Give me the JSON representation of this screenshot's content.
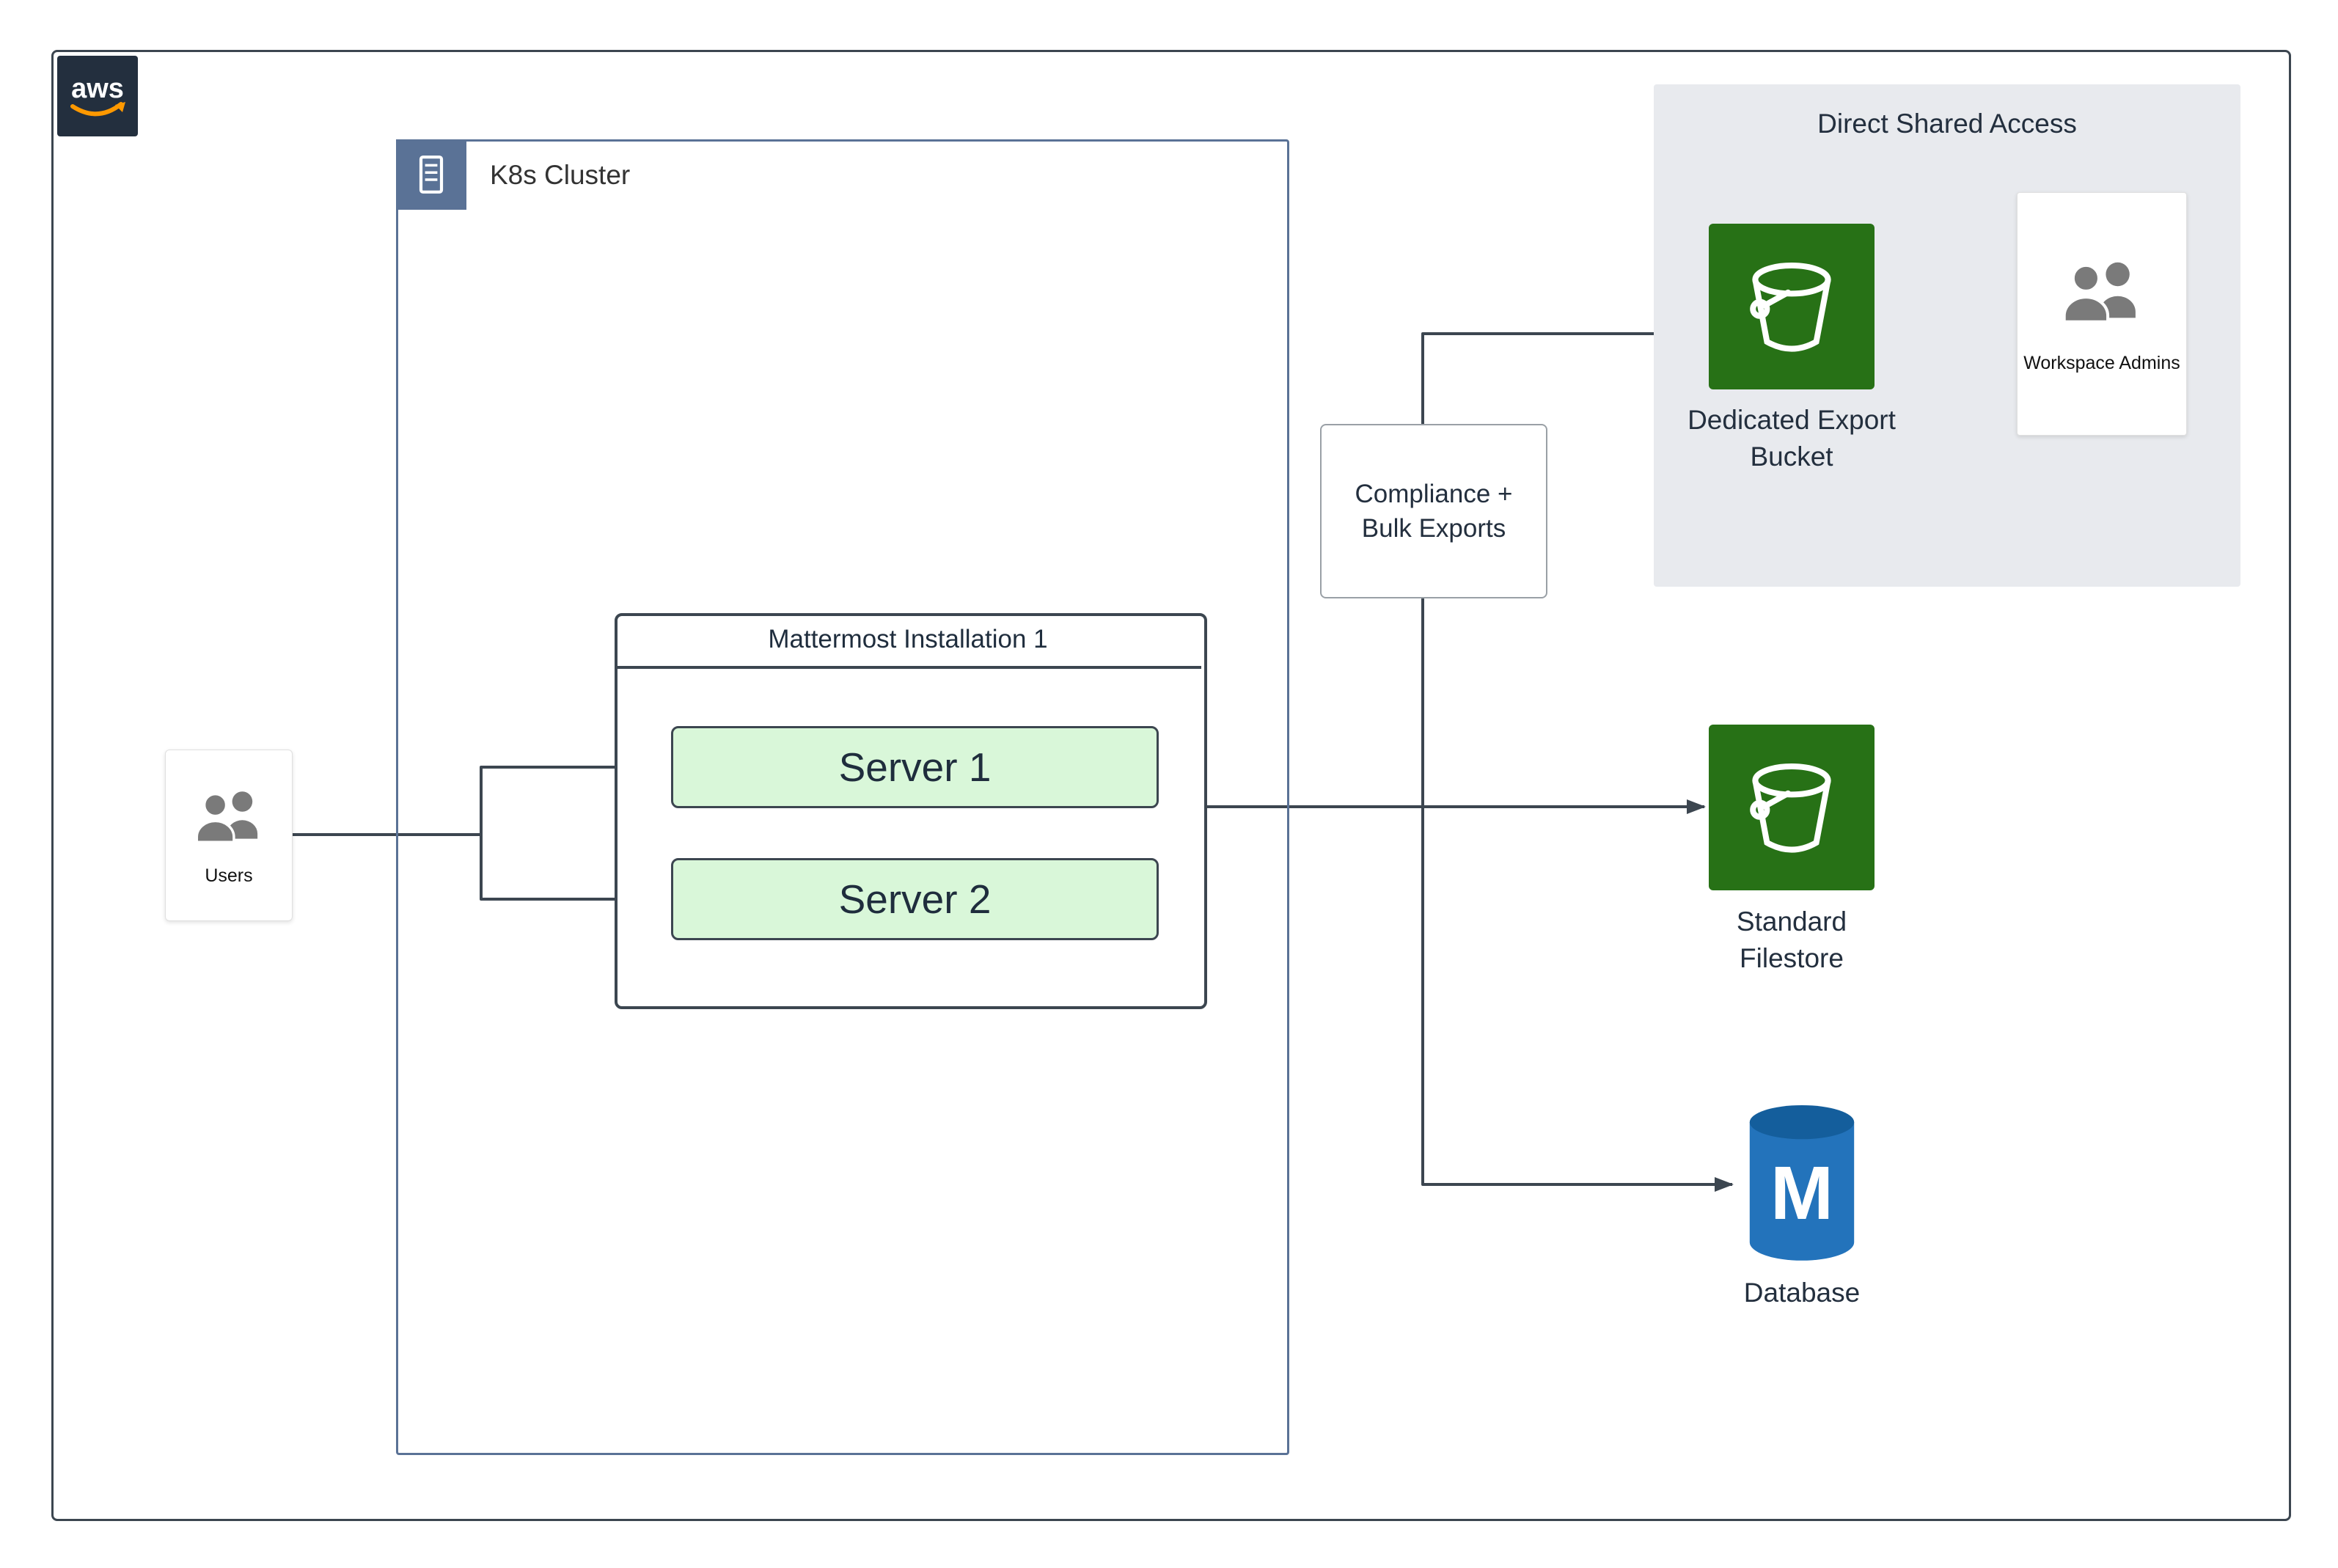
{
  "diagram": {
    "aws_logo_text": "aws",
    "k8s": {
      "label": "K8s Cluster"
    },
    "mattermost": {
      "title": "Mattermost Installation 1",
      "servers": [
        {
          "label": "Server 1"
        },
        {
          "label": "Server 2"
        }
      ]
    },
    "users": {
      "label": "Users"
    },
    "compliance": {
      "line1": "Compliance +",
      "line2": "Bulk Exports"
    },
    "direct_shared_access": {
      "title": "Direct Shared Access",
      "export_bucket": {
        "line1": "Dedicated Export",
        "line2": "Bucket"
      },
      "workspace_admins": {
        "label": "Workspace Admins"
      }
    },
    "standard_filestore": {
      "line1": "Standard",
      "line2": "Filestore"
    },
    "database": {
      "label": "Database",
      "monogram": "M"
    }
  },
  "colors": {
    "boundary_line": "#3C4650",
    "k8s_border": "#5A7296",
    "server_fill": "#D9F7D9",
    "bucket_green": "#277116",
    "database_blue": "#2373BB",
    "panel_gray": "#E8EAEE",
    "aws_navy": "#232F3E",
    "aws_orange": "#FF9900",
    "people_gray": "#7A7A7A"
  }
}
